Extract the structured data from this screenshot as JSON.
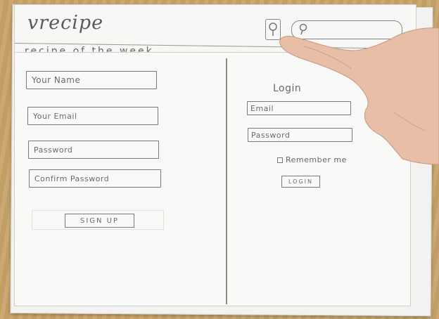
{
  "header": {
    "logo": "vrecipe",
    "subtitle": "recipe of the week"
  },
  "signup": {
    "name_placeholder": "Your Name",
    "email_placeholder": "Your Email",
    "password_placeholder": "Password",
    "confirm_placeholder": "Confirm Password",
    "button_label": "SIGN UP"
  },
  "login": {
    "title": "Login",
    "email_placeholder": "Email",
    "password_placeholder": "Password",
    "remember_label": "Remember me",
    "button_label": "LOGIN"
  },
  "icons": {
    "user": "user-icon",
    "search": "search-icon"
  }
}
